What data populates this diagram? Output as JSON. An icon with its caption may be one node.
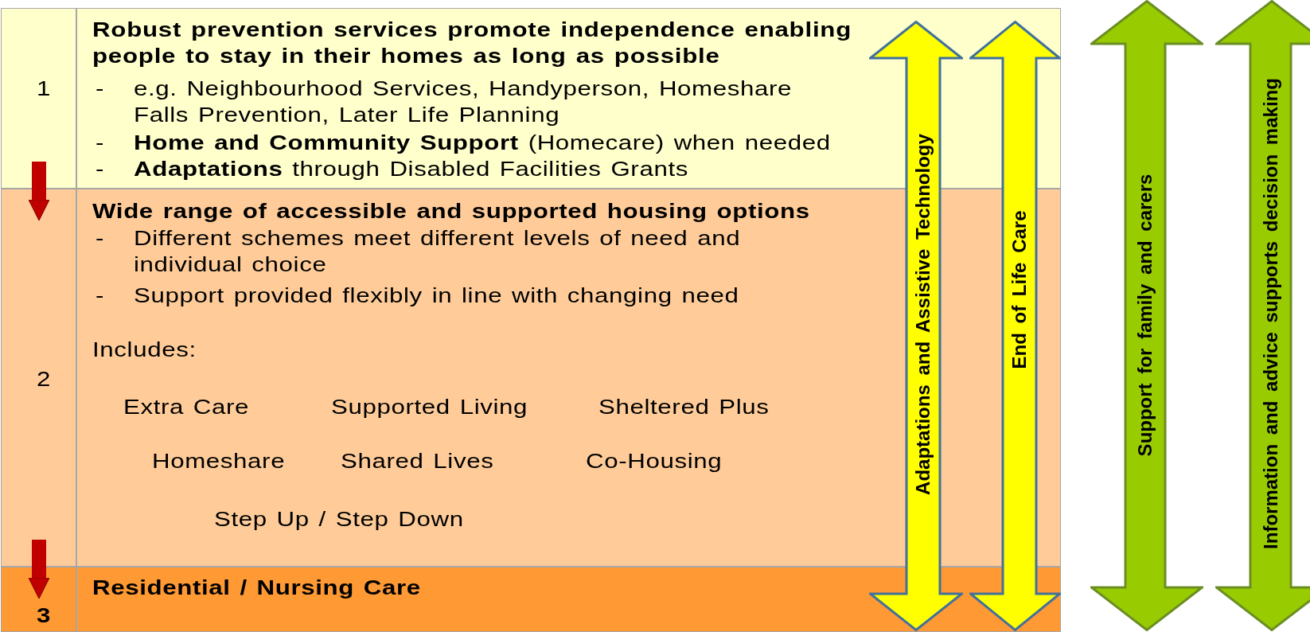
{
  "diagram": {
    "nodes": [
      {
        "text": [
          "1",
          "Robust prevention services promote independence enabling people to stay in their homes as long as possible",
          "-",
          "e.g. Neighbourhood Services, Handyperson, Homeshare Falls Prevention, Later Life Planning",
          "-",
          "**Home and Community Support** (Homecare) when needed",
          "-",
          "**Adaptations** through Disabled Facilities Grants"
        ]
      },
      {
        "text": [
          "2",
          "Wide range of accessible and supported housing options",
          "-",
          "Different schemes meet different levels of need and individual choice",
          "-",
          "Support provided flexibly in line with changing need",
          "Includes:",
          "Extra Care",
          "Supported Living",
          "Sheltered Plus",
          "Homeshare",
          "Shared Lives",
          "Co-Housing",
          "Step Up / Step Down"
        ]
      },
      {
        "text": [
          "3",
          "Residential / Nursing Care"
        ]
      },
      {
        "text": [
          "Adaptations and Assistive Technology"
        ]
      },
      {
        "text": [
          "End of Life Care"
        ]
      },
      {
        "text": [
          "Support for family and carers"
        ]
      },
      {
        "text": [
          "Information and advice supports decision making"
        ]
      }
    ],
    "edges": [
      {
        "from": 0,
        "to": 1,
        "arrow": "to"
      },
      {
        "from": 1,
        "to": 2,
        "arrow": "to"
      }
    ]
  }
}
